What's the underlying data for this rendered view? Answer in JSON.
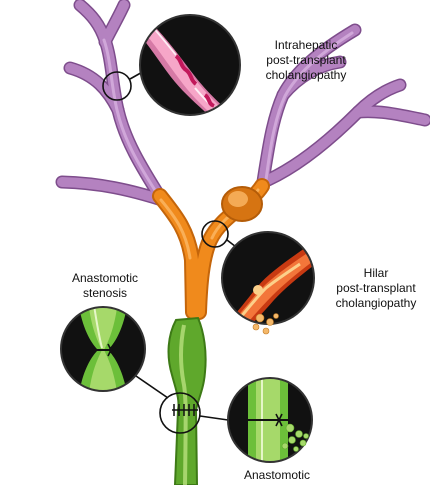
{
  "labels": {
    "intrahepatic": "Intrahepatic\npost-transplant\ncholangiopathy",
    "hilar": "Hilar\npost-transplant\ncholangiopathy",
    "anastomotic_stenosis": "Anastomotic\nstenosis",
    "anastomotic_bottom": "Anastomotic"
  },
  "colors": {
    "intrahepatic_duct": "#b482c0",
    "hilar_duct": "#f08a1c",
    "common_duct": "#7cc043",
    "inset_background": "#111111",
    "inner_lumen": "#f6a6c8",
    "leak_drops": "#f4b86a"
  }
}
